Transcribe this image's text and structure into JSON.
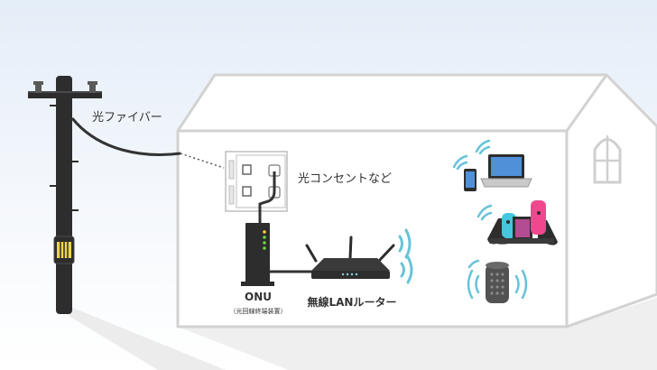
{
  "labels": {
    "fiber": "光ファイバー",
    "outlet": "光コンセントなど",
    "onu": "ONU",
    "onu_sub": "（光回線終端装置）",
    "router": "無線LANルーター"
  },
  "colors": {
    "bg_top": "#e6eef8",
    "bg_bottom": "#ffffff",
    "house_outline": "#cfcfcf",
    "pole": "#2b2b2b",
    "cable": "#333333",
    "wifi": "#67c3d9",
    "switch_blue": "#46c6de",
    "switch_pink": "#f0478f"
  },
  "icons": [
    "utility-pole-icon",
    "onu-device-icon",
    "router-icon",
    "smartphone-icon",
    "laptop-icon",
    "game-console-icon",
    "smart-speaker-icon",
    "wifi-signal-icon",
    "window-icon",
    "wall-outlet-icon"
  ]
}
